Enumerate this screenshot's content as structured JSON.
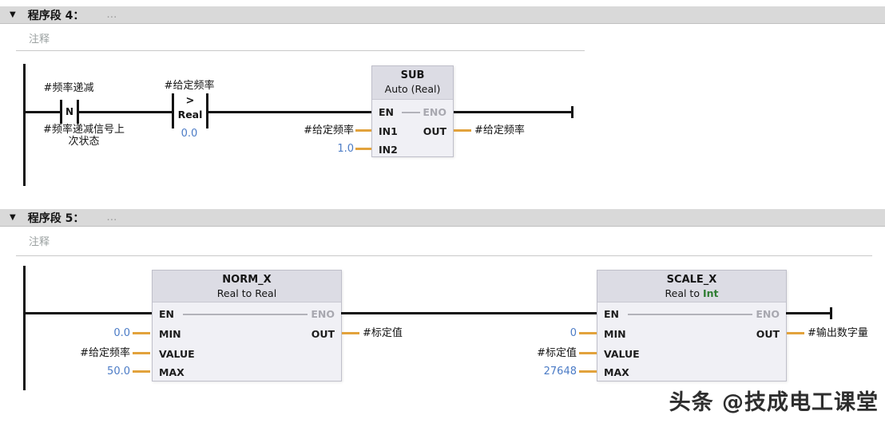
{
  "icons": {
    "collapse": "▼"
  },
  "colors": {
    "network_bar": "#D9D9D9",
    "wire": "#141414",
    "connector_orange": "#E2A23C",
    "value_blue": "#4C7CC6",
    "eno_gray": "#A8A8B0",
    "block_header": "#DCDCE4",
    "block_body": "#F0F0F5",
    "type_green": "#2E7D32",
    "comment_gray": "#9BA1A1"
  },
  "network4": {
    "title": "程序段 4：",
    "title_placeholder": "…",
    "comment": "注释",
    "edge_contact": {
      "operand": "#频率递减",
      "symbol": "N",
      "mem_operand_line1": "#频率递减信号上",
      "mem_operand_line2": "次状态"
    },
    "compare_contact": {
      "operand": "#给定频率",
      "operator": ">",
      "data_type": "Real",
      "compare_value": "0.0"
    },
    "sub_block": {
      "title": "SUB",
      "mode": "Auto (Real)",
      "pin_en": "EN",
      "pin_eno": "ENO",
      "pin_in1": "IN1",
      "pin_in2": "IN2",
      "pin_out": "OUT",
      "in1_operand": "#给定频率",
      "in2_value": "1.0",
      "out_operand": "#给定频率"
    }
  },
  "network5": {
    "title": "程序段 5：",
    "title_placeholder": "…",
    "comment": "注释",
    "norm_block": {
      "title": "NORM_X",
      "type_conversion": "Real to Real",
      "pin_en": "EN",
      "pin_eno": "ENO",
      "pin_min": "MIN",
      "pin_value": "VALUE",
      "pin_max": "MAX",
      "pin_out": "OUT",
      "min_value": "0.0",
      "value_operand": "#给定频率",
      "max_value": "50.0",
      "out_operand": "#标定值"
    },
    "scale_block": {
      "title": "SCALE_X",
      "type_conversion_prefix": "Real to ",
      "type_conversion_type": "Int",
      "pin_en": "EN",
      "pin_eno": "ENO",
      "pin_min": "MIN",
      "pin_value": "VALUE",
      "pin_max": "MAX",
      "pin_out": "OUT",
      "min_value": "0",
      "value_operand": "#标定值",
      "max_value": "27648",
      "out_operand": "#输出数字量"
    }
  },
  "watermark": "头条 @技成电工课堂"
}
